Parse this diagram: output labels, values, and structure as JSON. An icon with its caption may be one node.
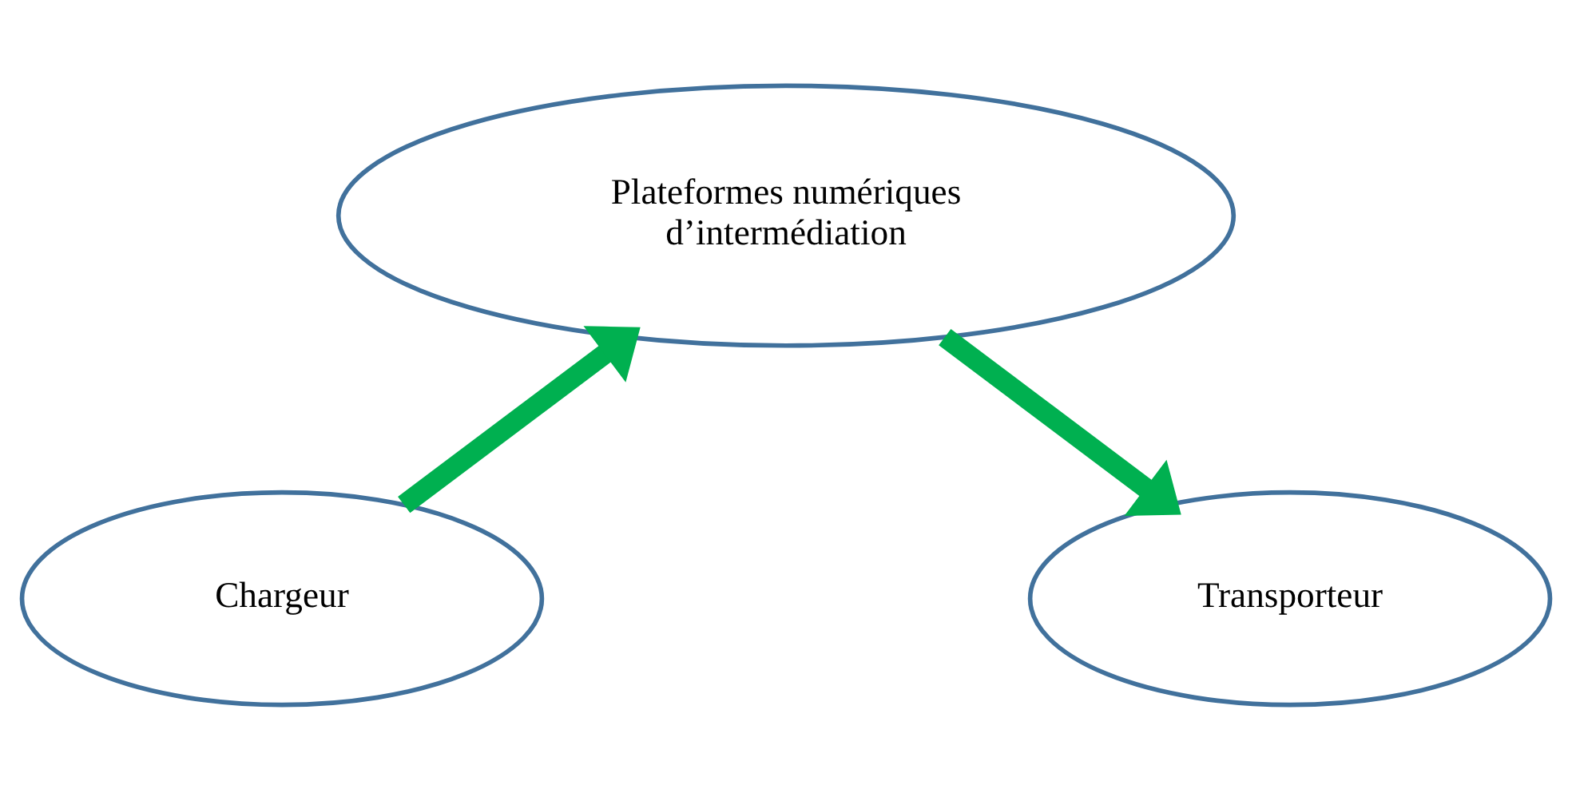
{
  "diagram": {
    "nodes": [
      {
        "text": [
          "Plateformes numériques d’intermédiation"
        ]
      },
      {
        "text": [
          "Chargeur"
        ]
      },
      {
        "text": [
          "Transporteur"
        ]
      }
    ],
    "edges": [
      {
        "from": 1,
        "to": 0,
        "arrow": "to",
        "color": "#00b050"
      },
      {
        "from": 0,
        "to": 2,
        "arrow": "to",
        "color": "#00b050"
      }
    ]
  }
}
